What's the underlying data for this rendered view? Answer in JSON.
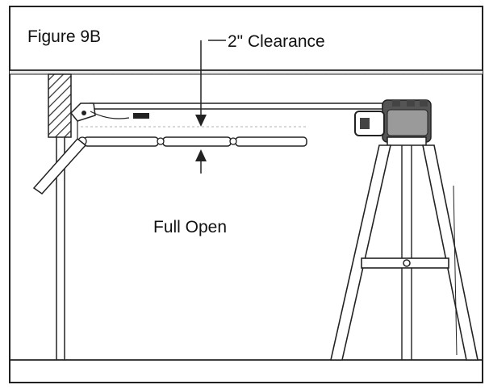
{
  "figure": {
    "title": "Figure 9B",
    "clearance_label": "2\" Clearance",
    "position_label": "Full Open"
  },
  "colors": {
    "line": "#222222",
    "opener_body": "#555555",
    "opener_light": "#9a9a9a",
    "hatch": "#333333"
  },
  "icons": [
    "door-header-icon",
    "garage-door-panel-icon",
    "opener-motor-icon",
    "ladder-icon",
    "clearance-arrow-icon"
  ]
}
